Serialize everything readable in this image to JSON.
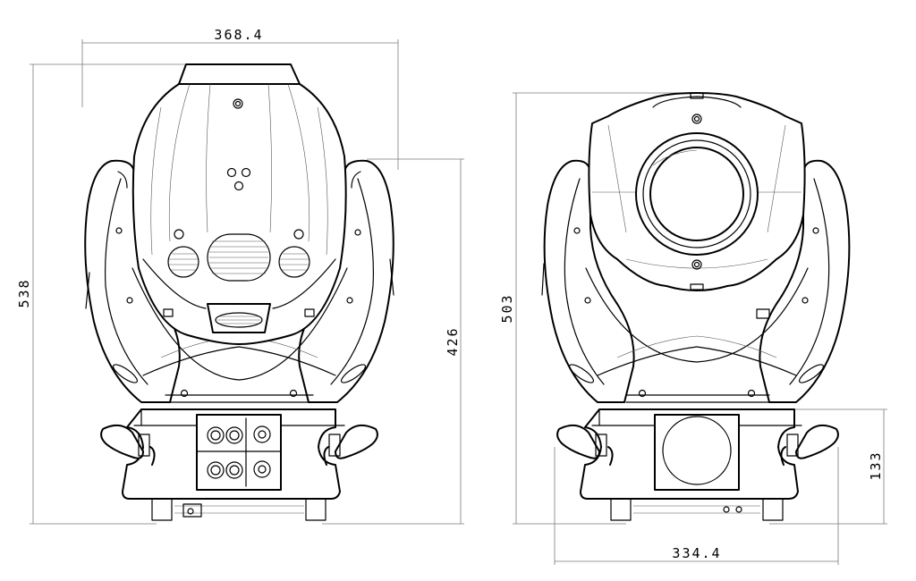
{
  "dimensions": {
    "front_width": "368.4",
    "front_height": "538",
    "front_yoke_height": "426",
    "side_height": "503",
    "side_base_height": "133",
    "side_width": "334.4"
  }
}
